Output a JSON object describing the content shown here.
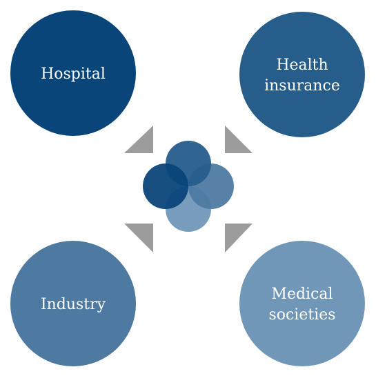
{
  "nodes": [
    {
      "id": "hospital",
      "lines": [
        "Hospital"
      ],
      "color": "#0a4579"
    },
    {
      "id": "health-insurance",
      "lines": [
        "Health",
        "insurance"
      ],
      "color": "#265d8b"
    },
    {
      "id": "industry",
      "lines": [
        "Industry"
      ],
      "color": "#4e7aa1"
    },
    {
      "id": "medical-societies",
      "lines": [
        "Medical",
        "societies"
      ],
      "color": "#7097b8"
    }
  ],
  "center_petals": [
    {
      "position": "top",
      "color": "#265d8b"
    },
    {
      "position": "left",
      "color": "#0a4579"
    },
    {
      "position": "right",
      "color": "#4e7aa1"
    },
    {
      "position": "bottom",
      "color": "#7097b8"
    }
  ],
  "arrows": [
    {
      "id": "arrow-top-left",
      "color": "#9c9c9c"
    },
    {
      "id": "arrow-top-right",
      "color": "#9c9c9c"
    },
    {
      "id": "arrow-bottom-left",
      "color": "#9c9c9c"
    },
    {
      "id": "arrow-bottom-right",
      "color": "#9c9c9c"
    }
  ]
}
